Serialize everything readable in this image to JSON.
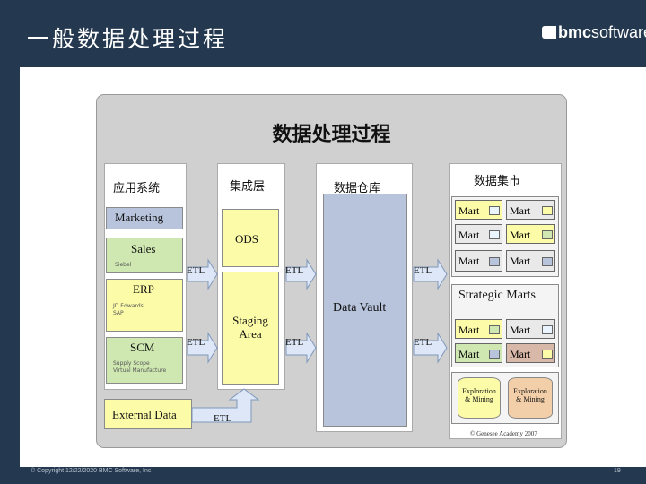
{
  "slide": {
    "title": "一般数据处理过程",
    "logo": {
      "part1": "bmc",
      "part2": "software"
    },
    "footer_left": "© Copyright 12/22/2020 BMC Software, Inc",
    "page_number": "19"
  },
  "diagram": {
    "title": "数据处理过程",
    "columns": {
      "apps": "应用系统",
      "integration": "集成层",
      "warehouse": "数据仓库",
      "marts": "数据集市"
    },
    "sources": {
      "marketing": "Marketing",
      "sales": "Sales",
      "sales_sub": "Siebel",
      "erp": "ERP",
      "erp_sub1": "JD Edwards",
      "erp_sub2": "SAP",
      "scm": "SCM",
      "scm_sub1": "Supply Scope",
      "scm_sub2": "Virtual Manufacture",
      "external": "External Data"
    },
    "integration": {
      "ods": "ODS",
      "staging": "Staging Area"
    },
    "warehouse": {
      "vault": "Data Vault"
    },
    "etl": "ETL",
    "marts": {
      "mart": "Mart",
      "strategic": "Strategic Marts",
      "exploration": "Exploration & Mining",
      "copyright": "© Genesee Academy 2007"
    }
  }
}
